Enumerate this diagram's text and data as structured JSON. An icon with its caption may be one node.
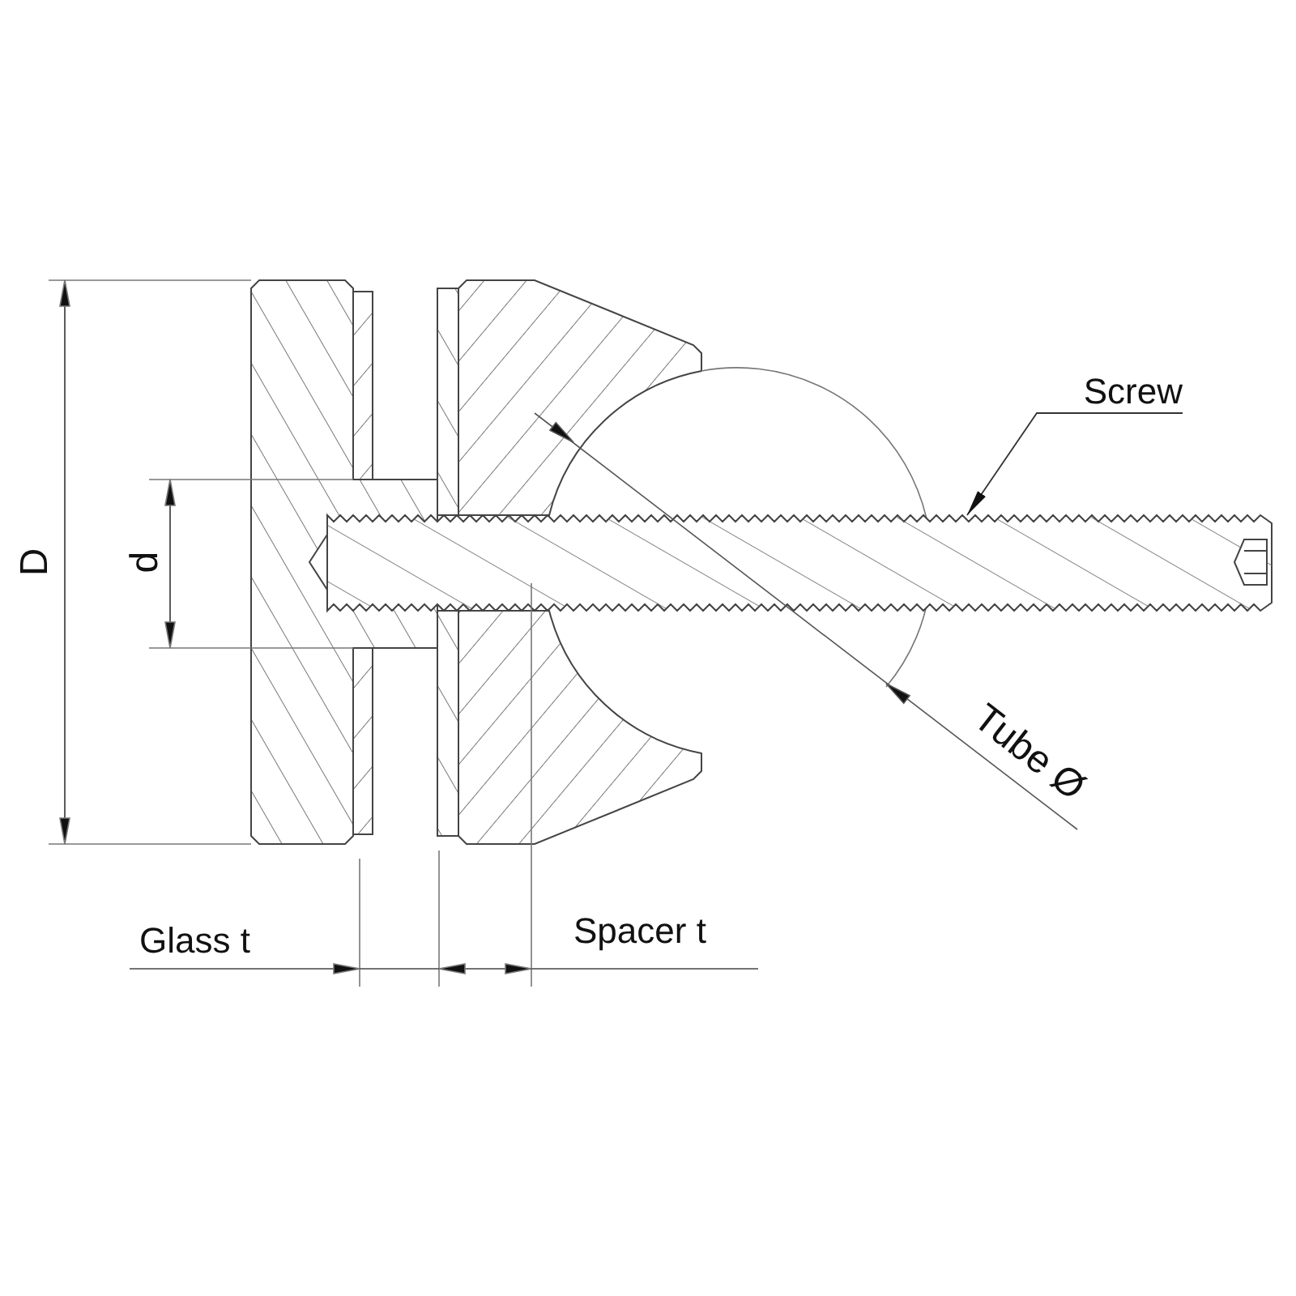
{
  "diagram": {
    "nodes": [
      {
        "text": [
          "Screw"
        ]
      },
      {
        "text": [],
        "shape": "picture"
      }
    ],
    "edges": [
      {
        "from": 0,
        "to": 1,
        "arrow": "to"
      }
    ],
    "labels": [
      "D",
      "d",
      "Tube Ø",
      "Glass t",
      "Spacer t"
    ]
  }
}
